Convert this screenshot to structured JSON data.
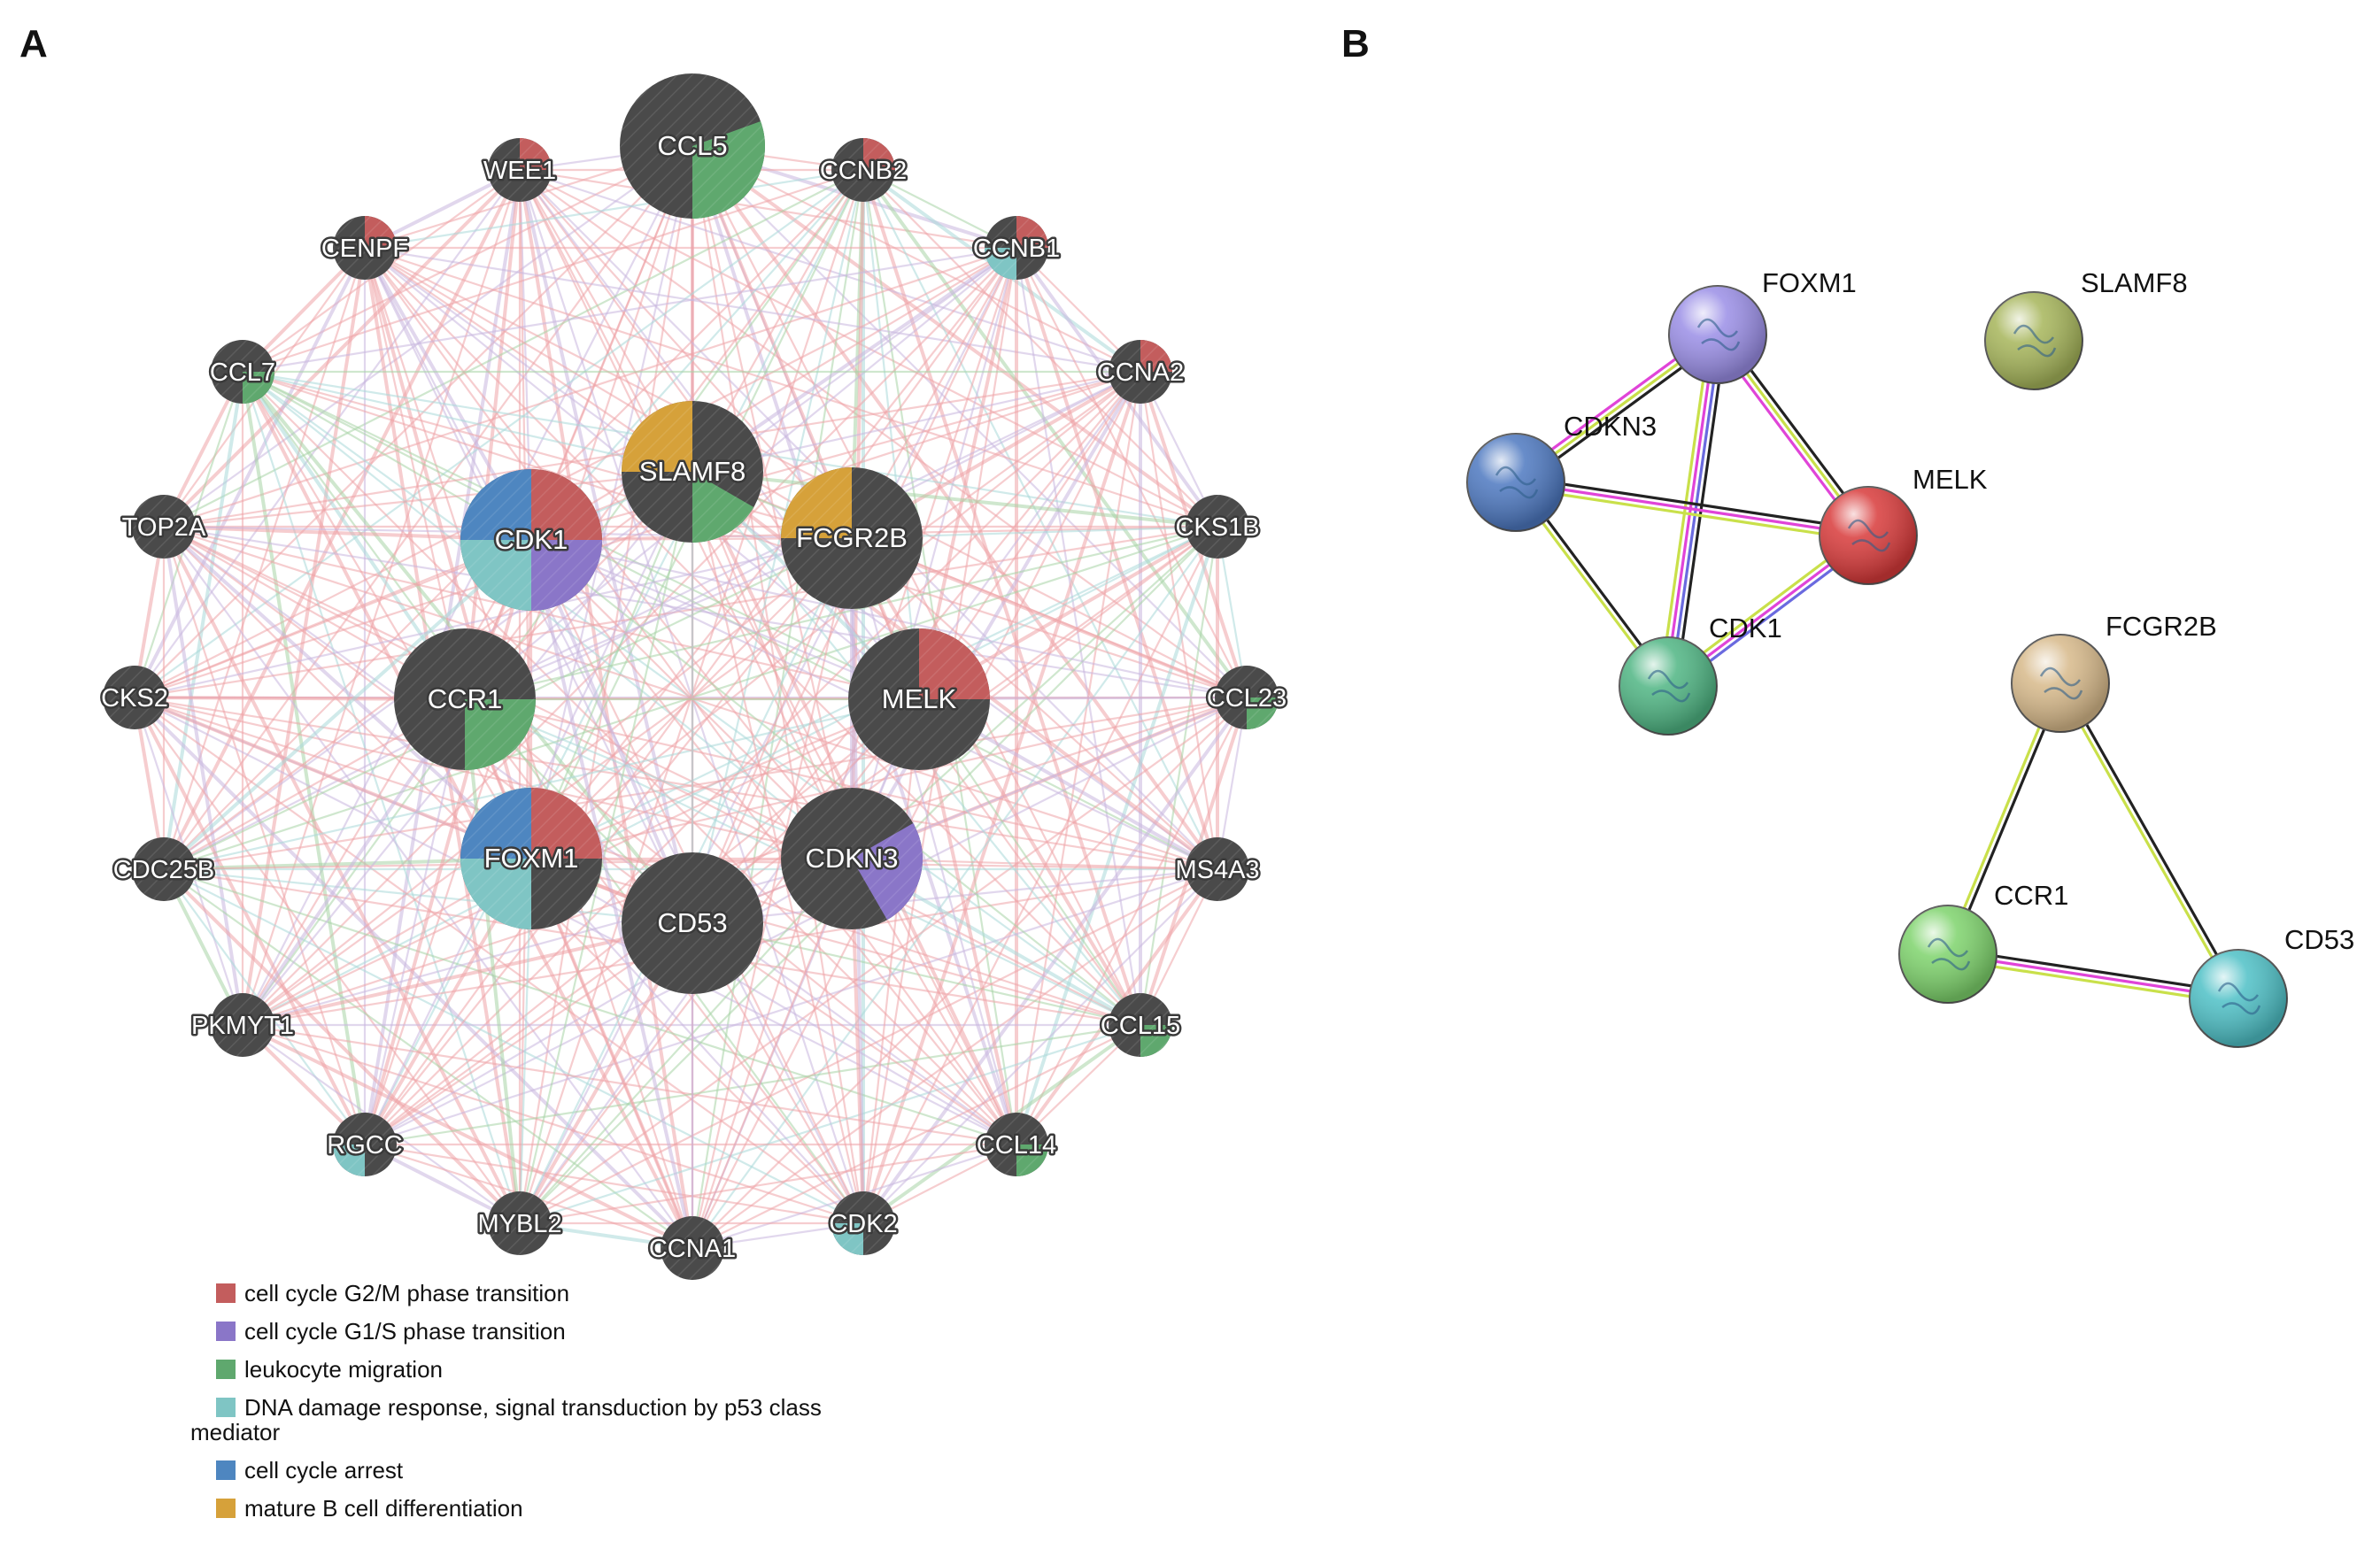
{
  "panels": {
    "a_label": "A",
    "b_label": "B"
  },
  "colors": {
    "g2m": "#c35d5d",
    "g1s": "#8a76c8",
    "leukocyte": "#5fa86e",
    "p53": "#7fc5c4",
    "arrest": "#4e86c0",
    "bcell": "#d6a13a",
    "node": "#4a4a4a",
    "edge_pink": "#eea4a8",
    "edge_lilac": "#c8b6de",
    "edge_teal": "#a9d8d8",
    "edge_green": "#a7d3a5"
  },
  "genemania": {
    "nodes": [
      {
        "id": "CCL5",
        "size": "large",
        "segments": [
          "leukocyte"
        ]
      },
      {
        "id": "WEE1",
        "size": "small",
        "segments": [
          "g2m"
        ]
      },
      {
        "id": "CCNB2",
        "size": "small",
        "segments": [
          "g2m"
        ]
      },
      {
        "id": "CENPF",
        "size": "small",
        "segments": [
          "g2m"
        ]
      },
      {
        "id": "CCNB1",
        "size": "small",
        "segments": [
          "g2m",
          "p53"
        ]
      },
      {
        "id": "CCL7",
        "size": "small",
        "segments": [
          "leukocyte"
        ]
      },
      {
        "id": "CCNA2",
        "size": "small",
        "segments": [
          "g2m"
        ]
      },
      {
        "id": "TOP2A",
        "size": "small",
        "segments": []
      },
      {
        "id": "CKS1B",
        "size": "small",
        "segments": []
      },
      {
        "id": "CKS2",
        "size": "small",
        "segments": []
      },
      {
        "id": "CCL23",
        "size": "small",
        "segments": [
          "leukocyte"
        ]
      },
      {
        "id": "CDC25B",
        "size": "small",
        "segments": []
      },
      {
        "id": "MS4A3",
        "size": "small",
        "segments": []
      },
      {
        "id": "PKMYT1",
        "size": "small",
        "segments": []
      },
      {
        "id": "CCL15",
        "size": "small",
        "segments": [
          "leukocyte"
        ]
      },
      {
        "id": "RGCC",
        "size": "small",
        "segments": [
          "p53"
        ]
      },
      {
        "id": "CCL14",
        "size": "small",
        "segments": [
          "leukocyte"
        ]
      },
      {
        "id": "MYBL2",
        "size": "small",
        "segments": []
      },
      {
        "id": "CDK2",
        "size": "small",
        "segments": [
          "p53"
        ]
      },
      {
        "id": "CCNA1",
        "size": "small",
        "segments": []
      },
      {
        "id": "SLAMF8",
        "size": "large",
        "segments": [
          "bcell",
          "leukocyte"
        ]
      },
      {
        "id": "CDK1",
        "size": "large",
        "segments": [
          "g2m",
          "g1s",
          "p53",
          "arrest"
        ]
      },
      {
        "id": "FCGR2B",
        "size": "large",
        "segments": [
          "bcell"
        ]
      },
      {
        "id": "CCR1",
        "size": "large",
        "segments": [
          "leukocyte"
        ]
      },
      {
        "id": "MELK",
        "size": "large",
        "segments": [
          "g2m"
        ]
      },
      {
        "id": "FOXM1",
        "size": "large",
        "segments": [
          "g2m",
          "p53",
          "arrest"
        ]
      },
      {
        "id": "CDKN3",
        "size": "large",
        "segments": [
          "g1s"
        ]
      },
      {
        "id": "CD53",
        "size": "large",
        "segments": []
      }
    ],
    "legend": [
      {
        "key": "g2m",
        "lines": [
          "cell cycle G2/M phase transition"
        ]
      },
      {
        "key": "g1s",
        "lines": [
          "cell cycle G1/S phase transition"
        ]
      },
      {
        "key": "leukocyte",
        "lines": [
          "leukocyte migration"
        ]
      },
      {
        "key": "p53",
        "lines": [
          "DNA damage response, signal transduction by p53 class",
          "mediator"
        ]
      },
      {
        "key": "arrest",
        "lines": [
          "cell cycle arrest"
        ]
      },
      {
        "key": "bcell",
        "lines": [
          "mature B cell differentiation"
        ]
      }
    ]
  },
  "string": {
    "nodes": [
      {
        "id": "FOXM1",
        "color": "#9a8ee6"
      },
      {
        "id": "SLAMF8",
        "color": "#a6b55a"
      },
      {
        "id": "CDKN3",
        "color": "#4d78c0"
      },
      {
        "id": "MELK",
        "color": "#d83a3a"
      },
      {
        "id": "CDK1",
        "color": "#4fb583"
      },
      {
        "id": "FCGR2B",
        "color": "#d7b98a"
      },
      {
        "id": "CCR1",
        "color": "#7ed36c"
      },
      {
        "id": "CD53",
        "color": "#4ec0c6"
      }
    ],
    "edges": [
      {
        "a": "FOXM1",
        "b": "CDKN3",
        "colors": [
          "#222222",
          "#c9e04a",
          "#e044d8"
        ]
      },
      {
        "a": "FOXM1",
        "b": "MELK",
        "colors": [
          "#222222",
          "#c9e04a",
          "#e044d8"
        ]
      },
      {
        "a": "FOXM1",
        "b": "CDK1",
        "colors": [
          "#222222",
          "#6a6adf",
          "#e044d8",
          "#c9e04a"
        ]
      },
      {
        "a": "CDKN3",
        "b": "MELK",
        "colors": [
          "#222222",
          "#e044d8",
          "#c9e04a"
        ]
      },
      {
        "a": "CDKN3",
        "b": "CDK1",
        "colors": [
          "#222222",
          "#c9e04a"
        ]
      },
      {
        "a": "MELK",
        "b": "CDK1",
        "colors": [
          "#6a6adf",
          "#e044d8",
          "#c9e04a"
        ]
      },
      {
        "a": "FCGR2B",
        "b": "CCR1",
        "colors": [
          "#222222",
          "#c9e04a"
        ]
      },
      {
        "a": "FCGR2B",
        "b": "CD53",
        "colors": [
          "#222222",
          "#c9e04a"
        ]
      },
      {
        "a": "CCR1",
        "b": "CD53",
        "colors": [
          "#222222",
          "#e044d8",
          "#c9e04a"
        ]
      }
    ]
  }
}
